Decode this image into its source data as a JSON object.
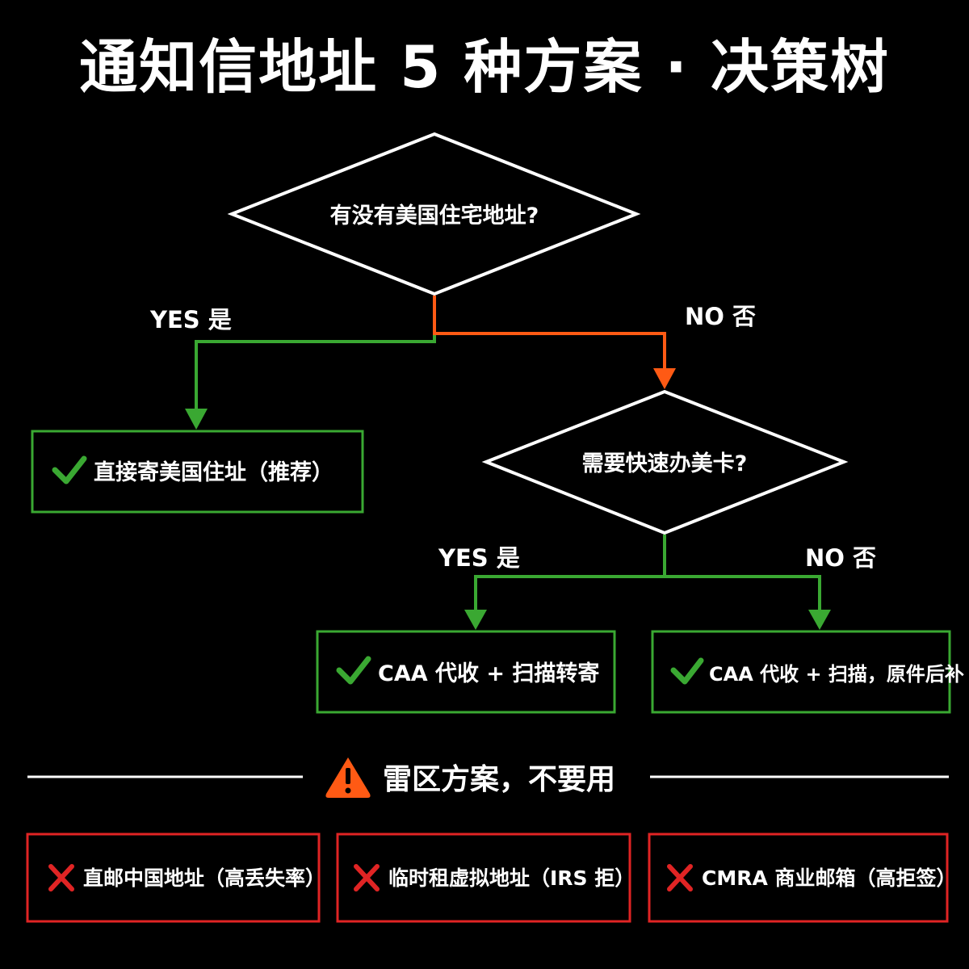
{
  "title": "通知信地址 5 种方案 · 决策树",
  "colors": {
    "background": "#000000",
    "text": "#ffffff",
    "green": "#3aa832",
    "orange": "#ff5a14",
    "red": "#e02424",
    "white_line": "#ffffff"
  },
  "decision1": {
    "question": "有没有美国住宅地址?",
    "yes_label": "YES 是",
    "no_label": "NO 否"
  },
  "result_yes": {
    "icon": "check-icon",
    "text": "直接寄美国住址（推荐）"
  },
  "decision2": {
    "question": "需要快速办美卡?",
    "yes_label": "YES 是",
    "no_label": "NO 否"
  },
  "result_fast": {
    "icon": "check-icon",
    "text": "CAA 代收 + 扫描转寄"
  },
  "result_slow": {
    "icon": "check-icon",
    "text": "CAA 代收 + 扫描，原件后补"
  },
  "warning": {
    "icon": "warning-triangle-icon",
    "text": "雷区方案，不要用"
  },
  "bad_options": [
    {
      "icon": "cross-icon",
      "text": "直邮中国地址（高丢失率）"
    },
    {
      "icon": "cross-icon",
      "text": "临时租虚拟地址（IRS 拒）"
    },
    {
      "icon": "cross-icon",
      "text": "CMRA 商业邮箱（高拒签）"
    }
  ]
}
